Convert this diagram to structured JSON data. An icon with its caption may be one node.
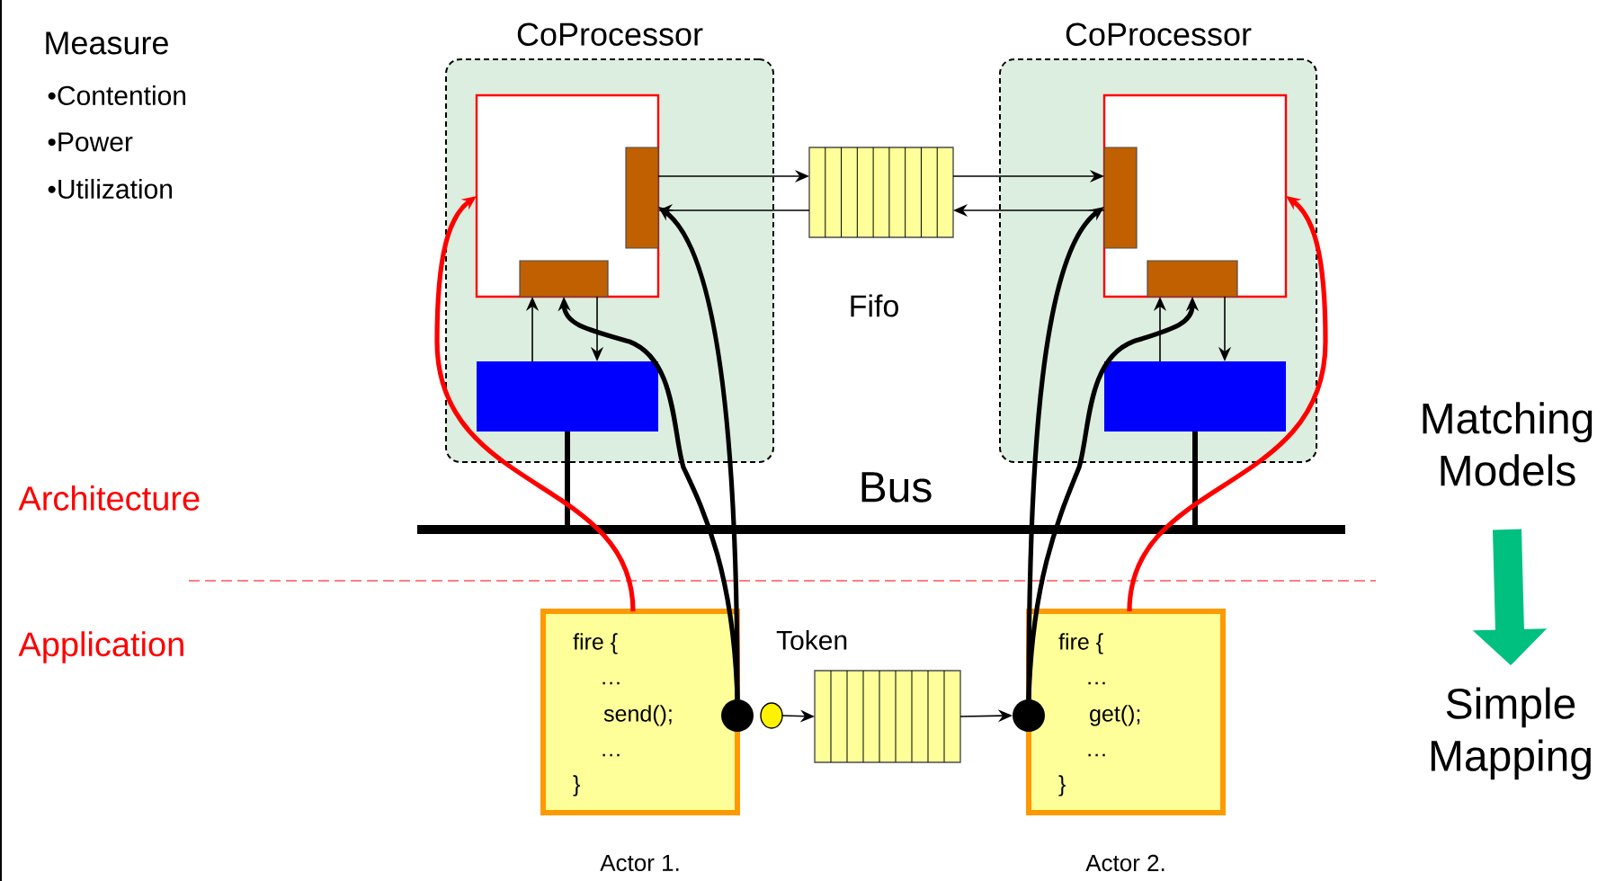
{
  "diagram": {
    "nodes": [
      {
        "text": [
          "CoProcessor"
        ]
      },
      {
        "text": [],
        "shape": "box",
        "in": 0
      },
      {
        "text": [],
        "shape": "bar",
        "in": 1
      },
      {
        "text": [],
        "shape": "bar",
        "in": 1
      },
      {
        "text": [],
        "shape": "box",
        "in": 0
      },
      {
        "text": [
          "CoProcessor"
        ]
      },
      {
        "text": [],
        "shape": "box",
        "in": 5
      },
      {
        "text": [],
        "shape": "bar",
        "in": 6
      },
      {
        "text": [],
        "shape": "bar",
        "in": 6
      },
      {
        "text": [],
        "shape": "box",
        "in": 5
      },
      {
        "text": [
          "Fifo"
        ]
      },
      {
        "text": [
          "Bus"
        ]
      },
      {
        "text": [
          "fire {",
          "…",
          "send();",
          "…",
          "}"
        ],
        "beside": [
          "Actor 1."
        ]
      },
      {
        "text": [
          "fire {",
          "…",
          "get();",
          "…",
          "}"
        ],
        "beside": [
          "Actor 2."
        ]
      },
      {
        "text": [],
        "shape": "circle"
      },
      {
        "text": [],
        "shape": "circle"
      },
      {
        "text": [
          "Token"
        ]
      },
      {
        "text": [],
        "shape": "circle"
      },
      {
        "text": [
          "Matching Models"
        ]
      },
      {
        "text": [
          "Simple Mapping"
        ]
      }
    ],
    "edges": [
      {
        "from": 2,
        "to": 10,
        "arrow": "to"
      },
      {
        "from": 10,
        "to": 2,
        "arrow": "to"
      },
      {
        "from": 10,
        "to": 7,
        "arrow": "to"
      },
      {
        "from": 7,
        "to": 10,
        "arrow": "to"
      },
      {
        "from": 4,
        "to": 3,
        "arrow": "to"
      },
      {
        "from": 3,
        "to": 4,
        "arrow": "to"
      },
      {
        "from": 9,
        "to": 8,
        "arrow": "to"
      },
      {
        "from": 8,
        "to": 9,
        "arrow": "to"
      },
      {
        "from": 4,
        "to": 11,
        "arrow": "none",
        "style": "thick"
      },
      {
        "from": 9,
        "to": 11,
        "arrow": "none",
        "style": "thick"
      },
      {
        "from": 12,
        "to": 1,
        "arrow": "to",
        "style": "thick",
        "color": "#ff0000"
      },
      {
        "from": 13,
        "to": 6,
        "arrow": "to",
        "style": "thick",
        "color": "#ff0000"
      },
      {
        "from": 14,
        "to": 2,
        "arrow": "to",
        "style": "thick"
      },
      {
        "from": 14,
        "to": 3,
        "arrow": "to",
        "style": "thick"
      },
      {
        "from": 17,
        "to": 7,
        "arrow": "to",
        "style": "thick"
      },
      {
        "from": 17,
        "to": 8,
        "arrow": "to",
        "style": "thick"
      },
      {
        "from": 15,
        "to": 16,
        "arrow": "to"
      },
      {
        "from": 16,
        "to": 17,
        "arrow": "to"
      },
      {
        "from": 18,
        "to": 19,
        "arrow": "to",
        "style": "thick",
        "color": "#00c080"
      }
    ],
    "labels": [
      "Measure",
      "•Contention",
      "•Power",
      "•Utilization",
      "Architecture",
      "Application"
    ]
  }
}
